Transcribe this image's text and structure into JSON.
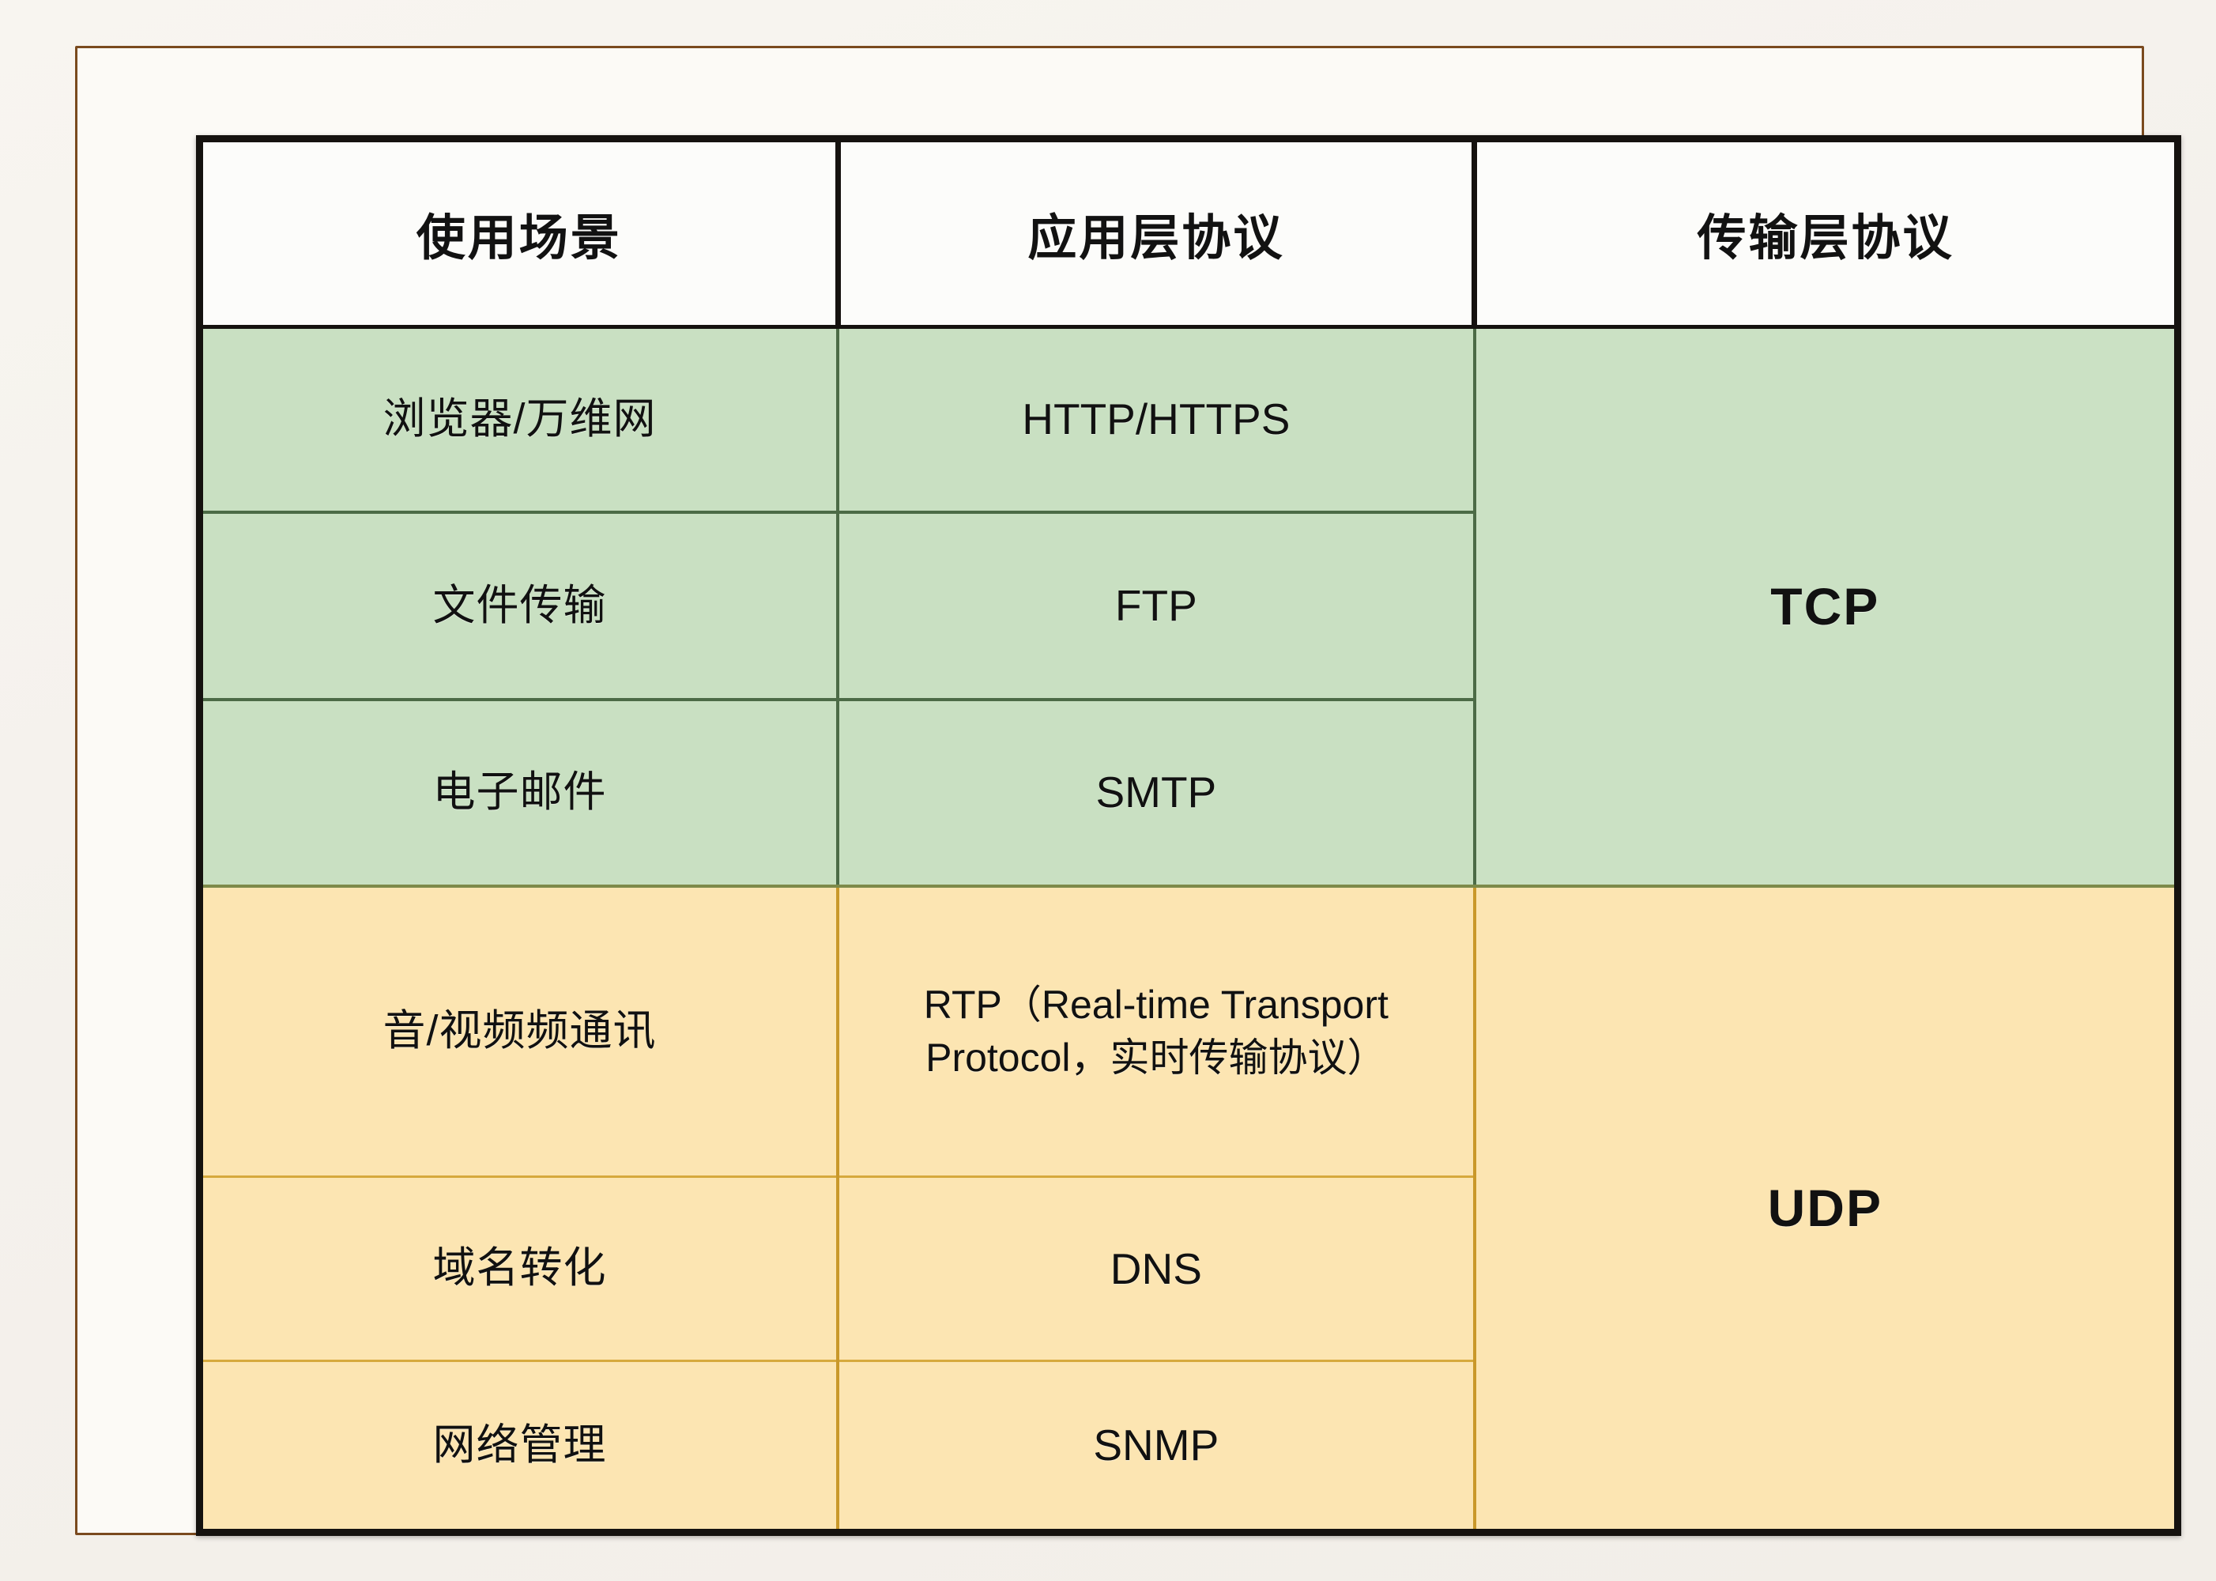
{
  "table": {
    "headers": [
      "使用场景",
      "应用层协议",
      "传输层协议"
    ],
    "rows": [
      {
        "scenario": "浏览器/万维网",
        "app_protocol": "HTTP/HTTPS"
      },
      {
        "scenario": "文件传输",
        "app_protocol": "FTP"
      },
      {
        "scenario": "电子邮件",
        "app_protocol": "SMTP"
      },
      {
        "scenario": "音/视频频通讯",
        "app_protocol": "RTP（Real-time Transport Protocol，实时传输协议）"
      },
      {
        "scenario": "域名转化",
        "app_protocol": "DNS"
      },
      {
        "scenario": "网络管理",
        "app_protocol": "SNMP"
      }
    ],
    "transport": {
      "tcp_label": "TCP",
      "udp_label": "UDP"
    }
  },
  "colors": {
    "tcp_section_bg": "#c9e0c2",
    "udp_section_bg": "#fce5b2",
    "tcp_border": "#4c6b46",
    "udp_border": "#c9982a",
    "frame_black": "#15120f",
    "frame_brown": "#7a4a1e",
    "page_bg": "#f7f4ef",
    "text": "#111111"
  }
}
